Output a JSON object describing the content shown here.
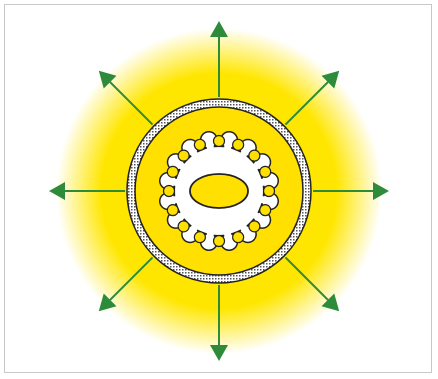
{
  "diagram": {
    "colors": {
      "glow": "#ffe600",
      "disc": "#ffe000",
      "ring_outline": "#222222",
      "ring_fill": "#555555",
      "arrow": "#2e8b3a",
      "cell": "#ffffff",
      "cell_outline": "#222222",
      "nucleus": "#ffe000"
    },
    "arrows": {
      "count": 8,
      "icon": "arrow-icon"
    },
    "cell_lobes": {
      "count": 16,
      "icon": "rounded-lobe-shape"
    },
    "elements": {
      "glow": "radial-glow",
      "disc": "inner-disc",
      "ring": "double-ring-membrane",
      "cell": "lobed-cell",
      "nucleus": "oval-nucleus"
    }
  }
}
